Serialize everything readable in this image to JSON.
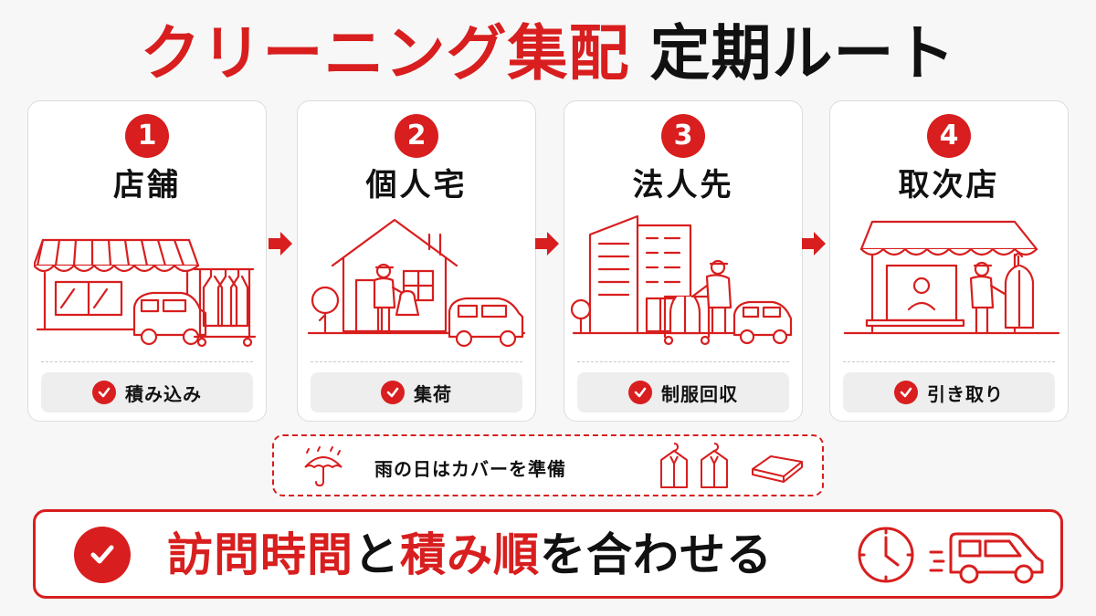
{
  "title": {
    "red": "クリーニング集配",
    "black": "定期ルート"
  },
  "steps": [
    {
      "number": "1",
      "title": "店舗",
      "action": "積み込み"
    },
    {
      "number": "2",
      "title": "個人宅",
      "action": "集荷"
    },
    {
      "number": "3",
      "title": "法人先",
      "action": "制服回収"
    },
    {
      "number": "4",
      "title": "取次店",
      "action": "引き取り"
    }
  ],
  "rain_note": {
    "text": "雨の日はカバーを準備"
  },
  "banner": {
    "part1": "訪問時間",
    "part2": "と",
    "part3": "積み順",
    "part4": "を合わせる"
  },
  "colors": {
    "accent": "#d81e1e",
    "text": "#111111",
    "background": "#f7f7f7"
  },
  "icons": [
    "umbrella-icon",
    "garment-bag-icon",
    "folded-cover-icon",
    "clock-icon",
    "van-icon",
    "check-icon"
  ]
}
